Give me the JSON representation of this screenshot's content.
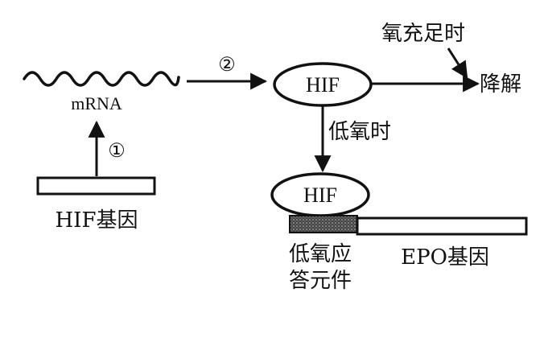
{
  "labels": {
    "mrna": "mRNA",
    "step1": "①",
    "step2": "②",
    "hif_gene": "HIF基因",
    "hif_top": "HIF",
    "hif_bottom": "HIF",
    "oxygen_sufficient": "氧充足时",
    "degradation": "降解",
    "hypoxia": "低氧时",
    "hre_line1": "低氧应",
    "hre_line2": "答元件",
    "epo_gene": "EPO基因"
  },
  "colors": {
    "ink": "#111111",
    "background": "#ffffff",
    "hre_fill": "#555555"
  }
}
